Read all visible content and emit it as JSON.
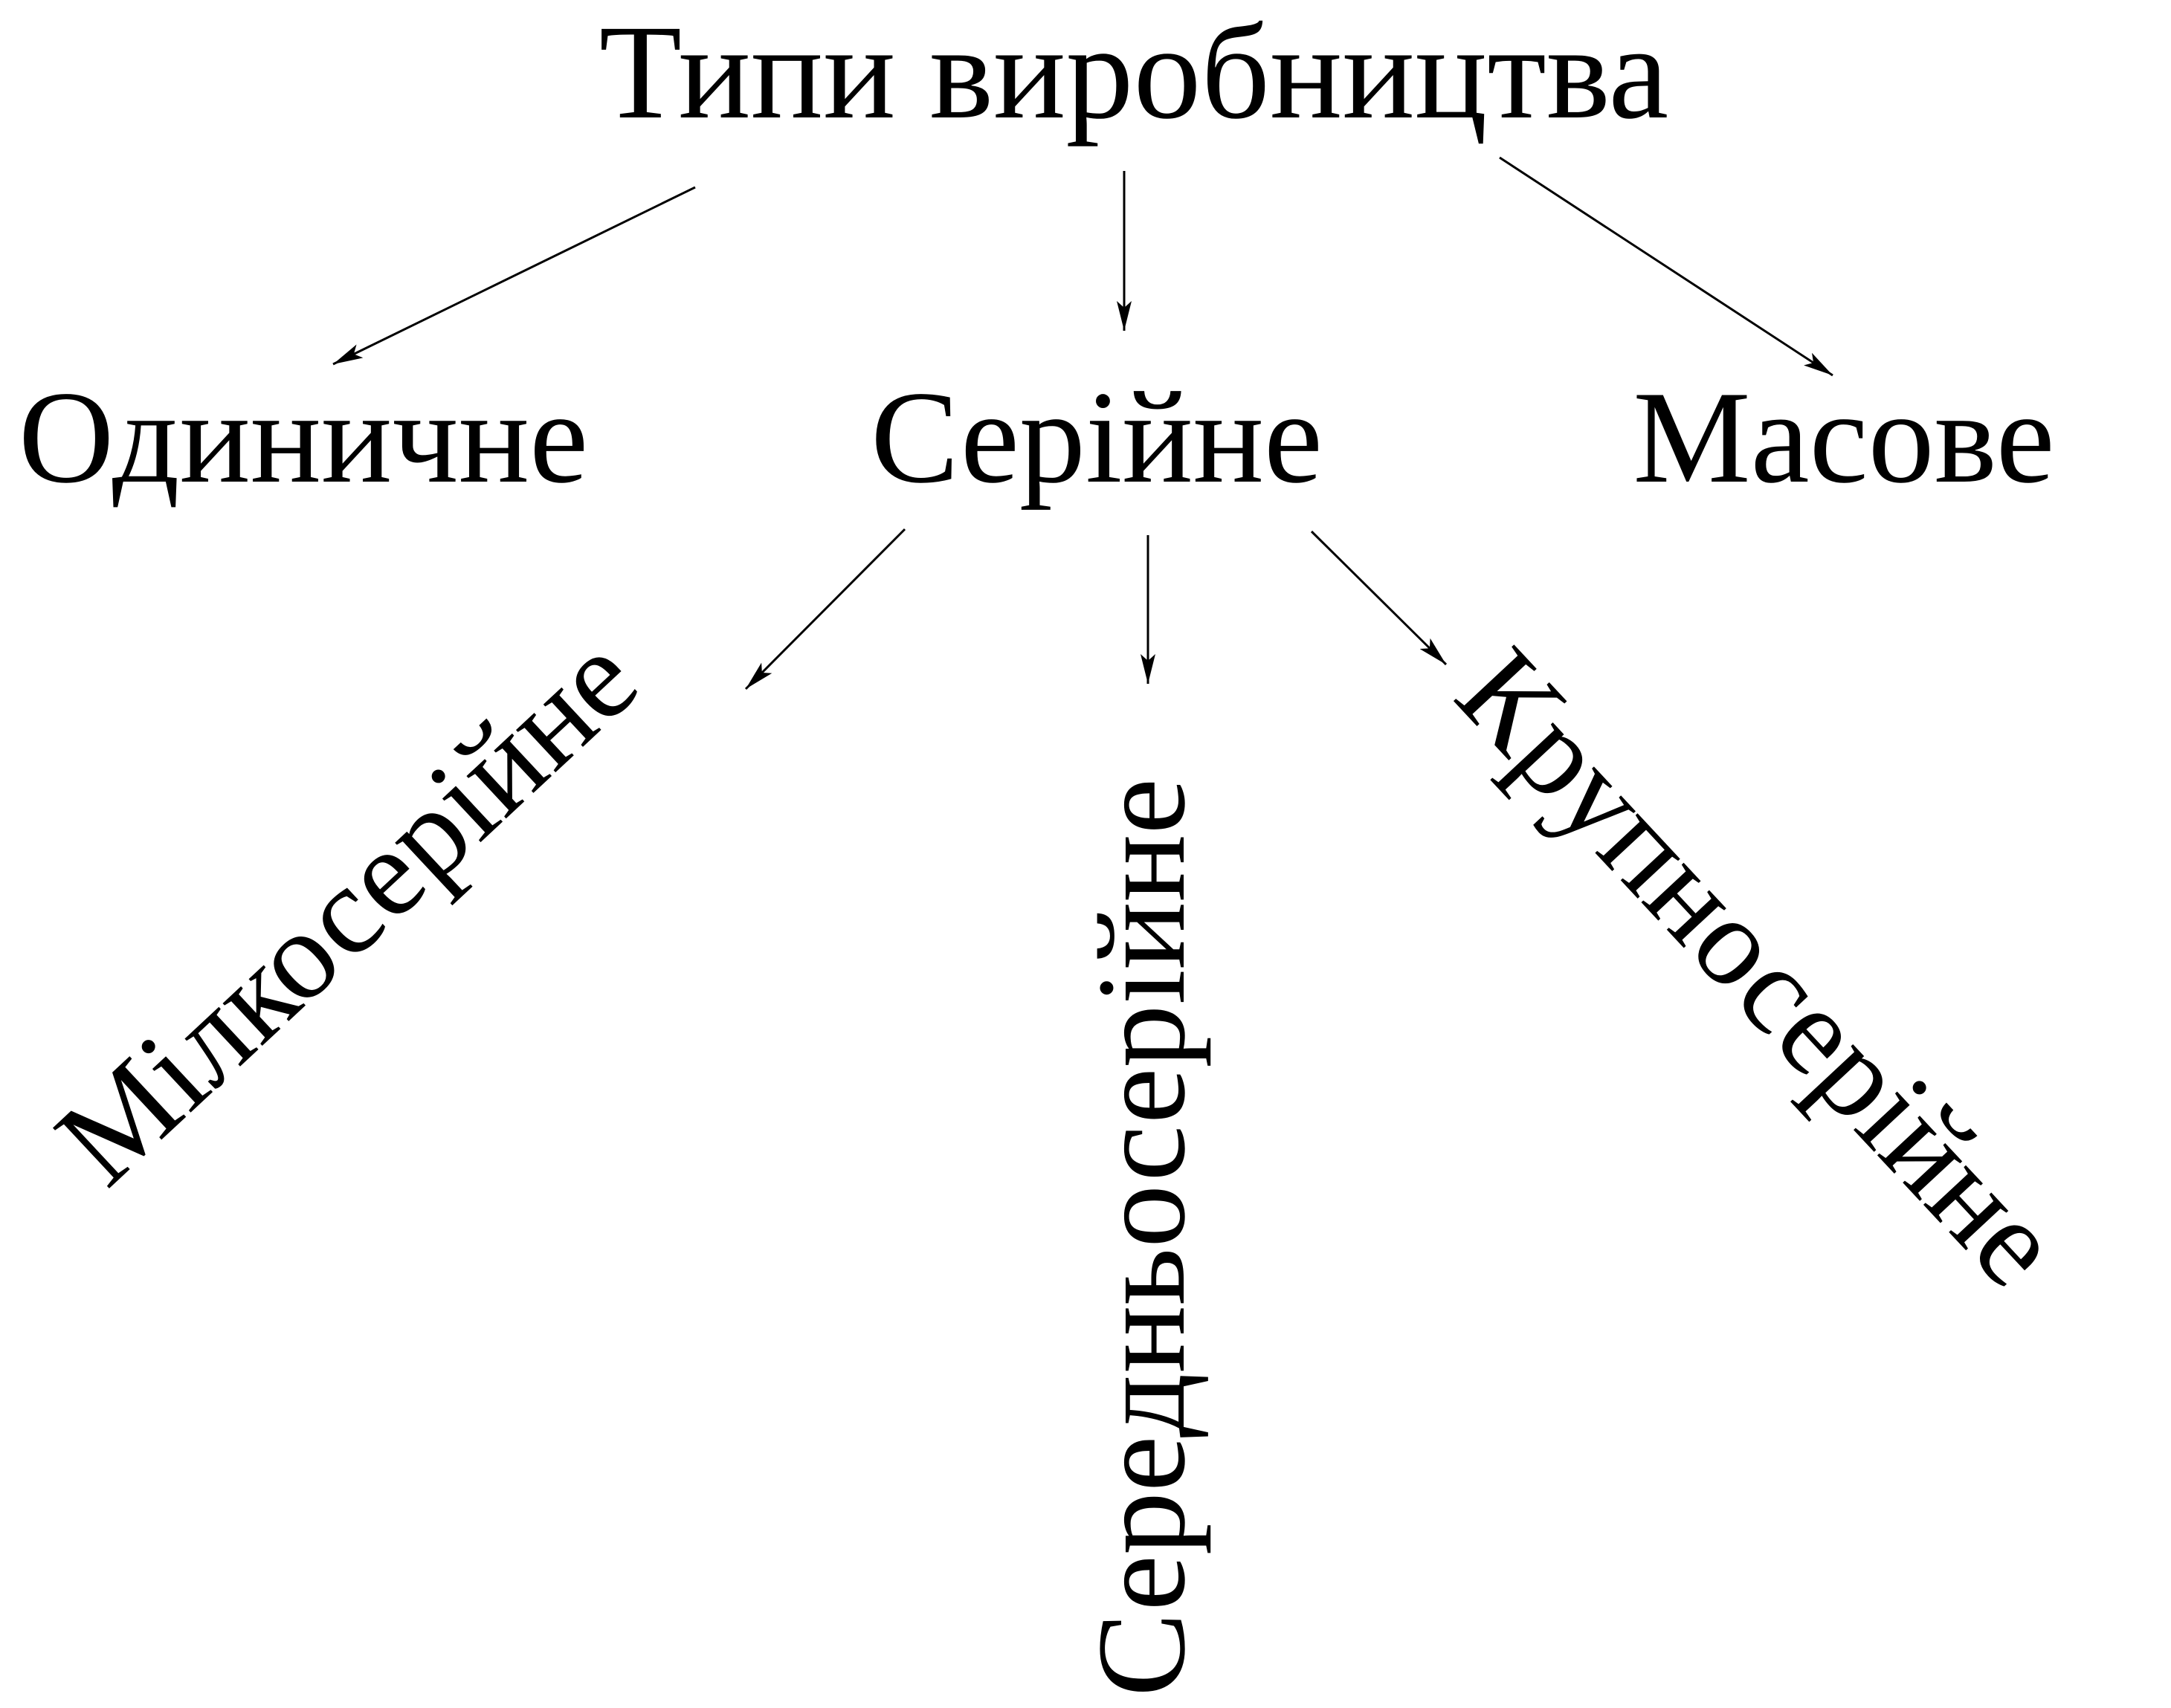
{
  "diagram": {
    "root": "Типи виробництва",
    "level1": {
      "left": "Одиничне",
      "center": "Серійне",
      "right": "Масове"
    },
    "level2": {
      "left": "Мілкосерійне",
      "center": "Середньосерійне",
      "right": "Крупносерійне"
    },
    "colors": {
      "text": "#000000",
      "arrows": "#000000",
      "background": "#ffffff"
    }
  }
}
